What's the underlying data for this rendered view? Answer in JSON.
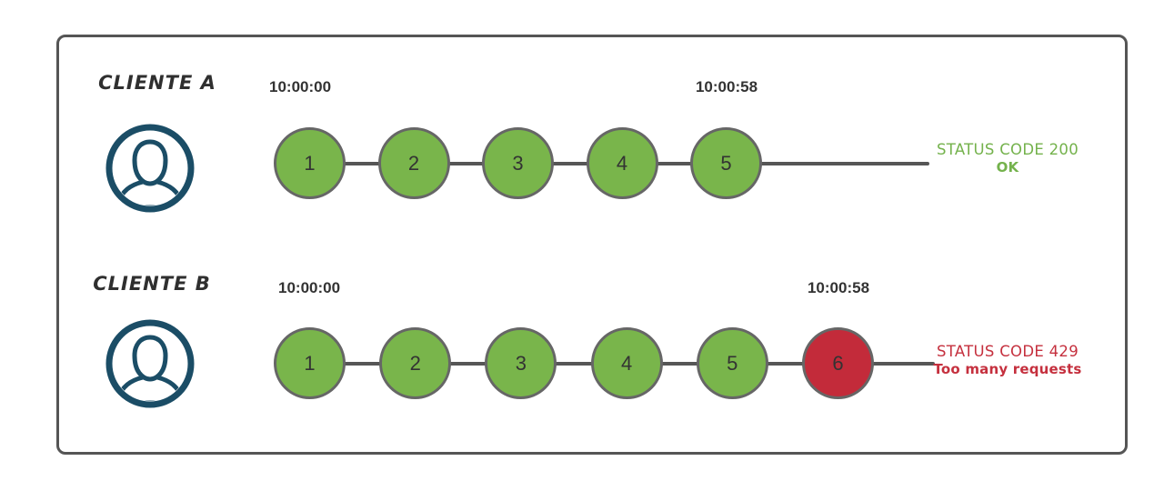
{
  "diagram": {
    "rows": [
      {
        "client_label": "CLIENTE A",
        "start_time": "10:00:00",
        "end_time": "10:00:58",
        "requests": [
          {
            "label": "1",
            "status": "ok"
          },
          {
            "label": "2",
            "status": "ok"
          },
          {
            "label": "3",
            "status": "ok"
          },
          {
            "label": "4",
            "status": "ok"
          },
          {
            "label": "5",
            "status": "ok"
          }
        ],
        "status_line1": "STATUS CODE 200",
        "status_line2": "OK",
        "status_color": "#74b24c"
      },
      {
        "client_label": "CLIENTE B",
        "start_time": "10:00:00",
        "end_time": "10:00:58",
        "requests": [
          {
            "label": "1",
            "status": "ok"
          },
          {
            "label": "2",
            "status": "ok"
          },
          {
            "label": "3",
            "status": "ok"
          },
          {
            "label": "4",
            "status": "ok"
          },
          {
            "label": "5",
            "status": "ok"
          },
          {
            "label": "6",
            "status": "error"
          }
        ],
        "status_line1": "STATUS CODE 429",
        "status_line2": "Too many requests",
        "status_color": "#c5303e"
      }
    ],
    "colors": {
      "request_ok": "#79b54b",
      "request_error": "#c32b3a",
      "circle_border": "#666666",
      "connector_line": "#565656",
      "user_icon": "#1b4d66",
      "timestamp_text": "#333333",
      "client_label_text": "#2f2f2f",
      "frame_border": "#555555"
    }
  }
}
